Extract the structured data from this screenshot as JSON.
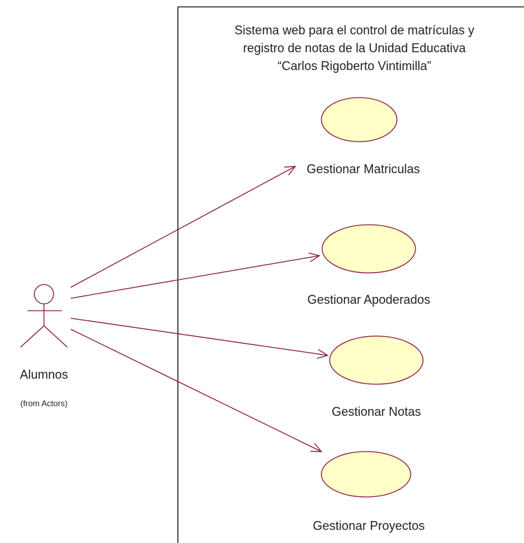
{
  "system": {
    "title_lines": [
      "Sistema web para el control de matrículas y",
      "registro de notas de la Unidad Educativa",
      "“Carlos Rigoberto Vintimilla”"
    ]
  },
  "actor": {
    "name": "Alumnos",
    "origin": "(from Actors)"
  },
  "use_cases": [
    {
      "label": "Gestionar Matriculas"
    },
    {
      "label": "Gestionar Apoderados"
    },
    {
      "label": "Gestionar Notas"
    },
    {
      "label": "Gestionar Proyectos"
    }
  ],
  "associations": [
    {
      "from": "Alumnos",
      "to": "Gestionar Matriculas"
    },
    {
      "from": "Alumnos",
      "to": "Gestionar Apoderados"
    },
    {
      "from": "Alumnos",
      "to": "Gestionar Notas"
    },
    {
      "from": "Alumnos",
      "to": "Gestionar Proyectos"
    }
  ],
  "colors": {
    "use_case_fill": "#ffffc8",
    "use_case_stroke": "#8b1a3d",
    "association": "#8b1a3d",
    "actor": "#8b1a3d",
    "boundary": "#000000"
  }
}
